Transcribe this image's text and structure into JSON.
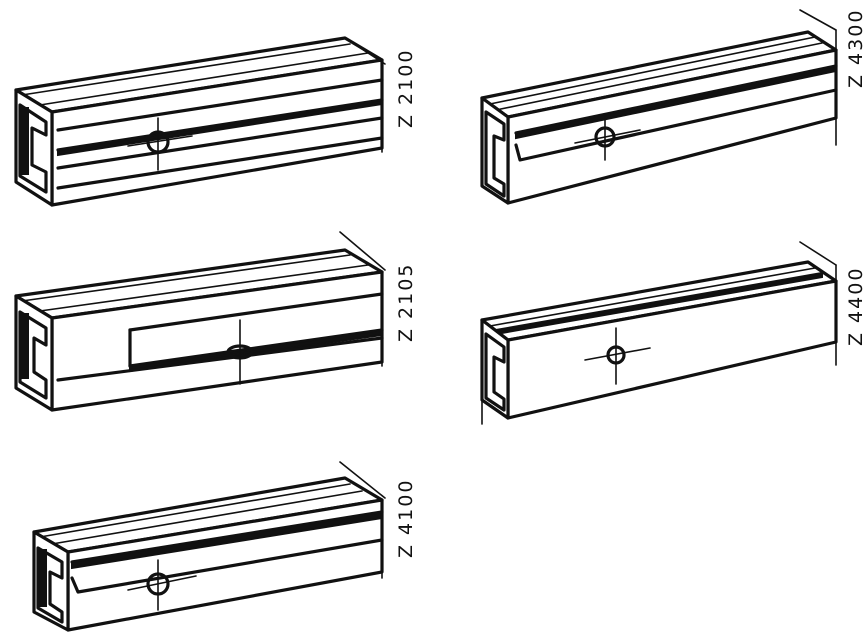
{
  "profiles": [
    {
      "id": "z2100",
      "label": "Z 2100"
    },
    {
      "id": "z4300",
      "label": "Z 4300"
    },
    {
      "id": "z2105",
      "label": "Z 2105"
    },
    {
      "id": "z4400",
      "label": "Z 4400"
    },
    {
      "id": "z4100",
      "label": "Z 4100"
    }
  ]
}
